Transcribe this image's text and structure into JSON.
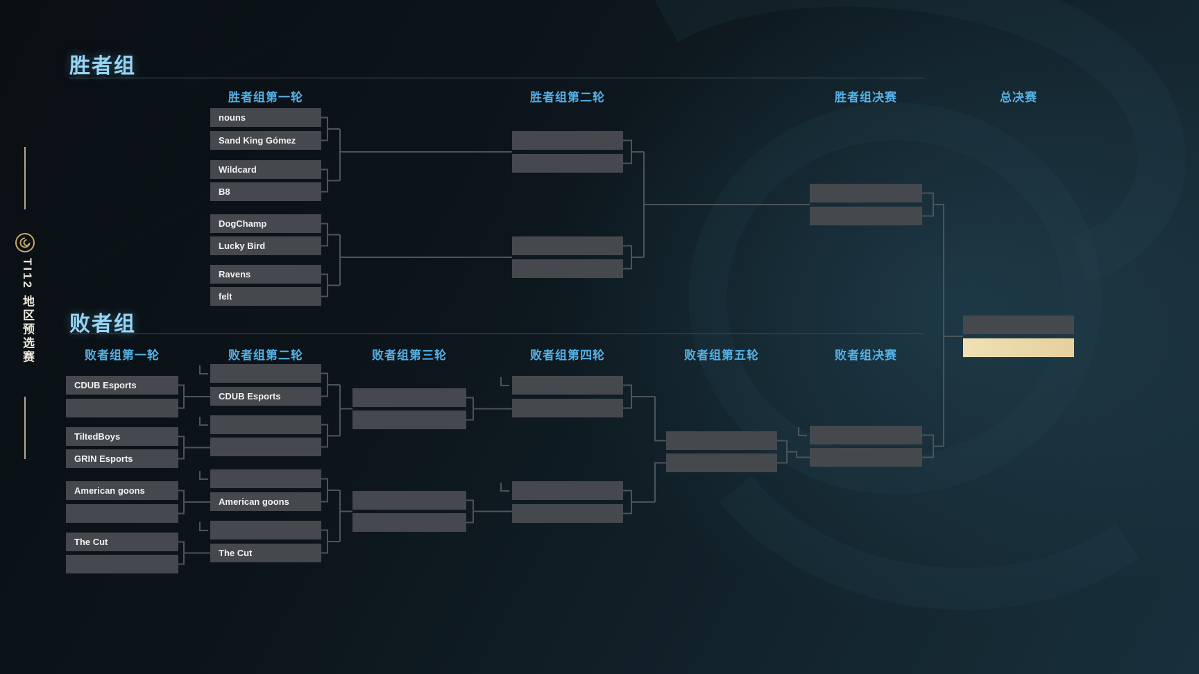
{
  "sidebar": {
    "event_label": "TI12 地区预选赛"
  },
  "icons": {
    "event_logo": "ti-qualifier-circle-icon"
  },
  "colors": {
    "section_title_blue": "#97d5f4",
    "round_header_blue": "#55b0e6",
    "slot_bg": "#45494d",
    "slot_highlight_bg": "#e9d6a7",
    "connector_gray": "#4d545a",
    "accent_gold": "#c9a869"
  },
  "winners_bracket": {
    "title": "胜者组",
    "rounds": [
      {
        "label": "胜者组第一轮",
        "slots": [
          "nouns",
          "Sand King Gómez",
          "Wildcard",
          "B8",
          "DogChamp",
          "Lucky Bird",
          "Ravens",
          "felt"
        ]
      },
      {
        "label": "胜者组第二轮",
        "slots": [
          "",
          "",
          "",
          ""
        ]
      },
      {
        "label": "胜者组决赛",
        "slots": [
          "",
          ""
        ]
      }
    ]
  },
  "grand_final": {
    "label": "总决赛",
    "slots": [
      "",
      ""
    ]
  },
  "losers_bracket": {
    "title": "败者组",
    "rounds": [
      {
        "label": "败者组第一轮",
        "slots": [
          "CDUB Esports",
          "",
          "TiltedBoys",
          "GRIN Esports",
          "American goons",
          "",
          "The Cut",
          ""
        ]
      },
      {
        "label": "败者组第二轮",
        "slots": [
          "",
          "CDUB Esports",
          "",
          "",
          "",
          "American goons",
          "",
          "The Cut"
        ]
      },
      {
        "label": "败者组第三轮",
        "slots": [
          "",
          "",
          "",
          ""
        ]
      },
      {
        "label": "败者组第四轮",
        "slots": [
          "",
          "",
          "",
          ""
        ]
      },
      {
        "label": "败者组第五轮",
        "slots": [
          "",
          ""
        ]
      },
      {
        "label": "败者组决赛",
        "slots": [
          "",
          ""
        ]
      }
    ]
  }
}
